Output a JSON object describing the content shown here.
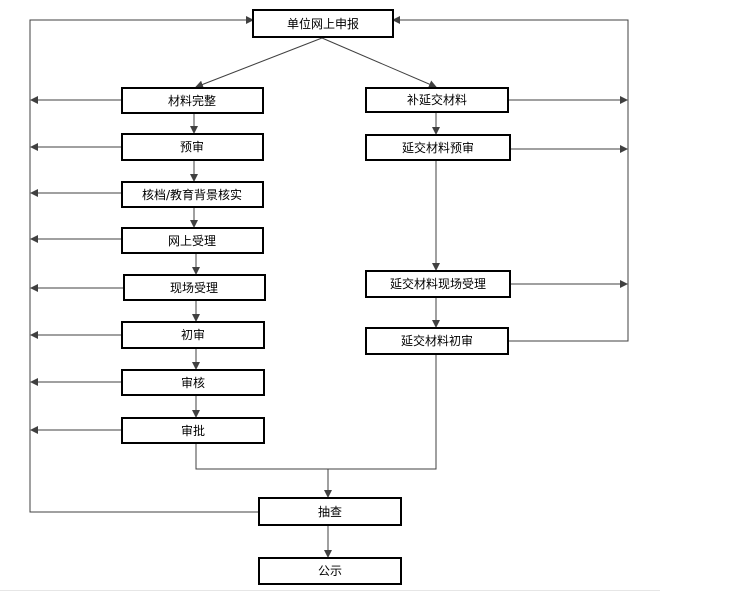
{
  "diagram": {
    "line_color": "#404040",
    "box_border_color": "#000000",
    "nodes": [
      {
        "id": "online_apply",
        "label": "单位网上申报"
      },
      {
        "id": "complete",
        "label": "材料完整"
      },
      {
        "id": "supplement",
        "label": "补延交材料"
      },
      {
        "id": "pre_review",
        "label": "预审"
      },
      {
        "id": "delayed_pre_review",
        "label": "延交材料预审"
      },
      {
        "id": "verify",
        "label": "核档/教育背景核实"
      },
      {
        "id": "online_accept",
        "label": "网上受理"
      },
      {
        "id": "onsite_accept",
        "label": "现场受理"
      },
      {
        "id": "delayed_onsite",
        "label": "延交材料现场受理"
      },
      {
        "id": "first_review",
        "label": "初审"
      },
      {
        "id": "delayed_first_review",
        "label": "延交材料初审"
      },
      {
        "id": "audit",
        "label": "审核"
      },
      {
        "id": "approve",
        "label": "审批"
      },
      {
        "id": "spot_check",
        "label": "抽查"
      },
      {
        "id": "publicity",
        "label": "公示"
      }
    ],
    "edges": [
      {
        "from": "online_apply",
        "to": "complete"
      },
      {
        "from": "online_apply",
        "to": "supplement"
      },
      {
        "from": "complete",
        "to": "pre_review"
      },
      {
        "from": "pre_review",
        "to": "verify"
      },
      {
        "from": "verify",
        "to": "online_accept"
      },
      {
        "from": "online_accept",
        "to": "onsite_accept"
      },
      {
        "from": "onsite_accept",
        "to": "first_review"
      },
      {
        "from": "first_review",
        "to": "audit"
      },
      {
        "from": "audit",
        "to": "approve"
      },
      {
        "from": "supplement",
        "to": "delayed_pre_review"
      },
      {
        "from": "delayed_pre_review",
        "to": "delayed_onsite"
      },
      {
        "from": "delayed_onsite",
        "to": "delayed_first_review"
      },
      {
        "from": "approve",
        "to": "spot_check"
      },
      {
        "from": "delayed_first_review",
        "to": "spot_check"
      },
      {
        "from": "spot_check",
        "to": "publicity"
      },
      {
        "from": "spot_check",
        "to": "online_apply",
        "kind": "return-left"
      },
      {
        "from": "delayed_first_review",
        "to": "online_apply",
        "kind": "return-right"
      }
    ]
  }
}
